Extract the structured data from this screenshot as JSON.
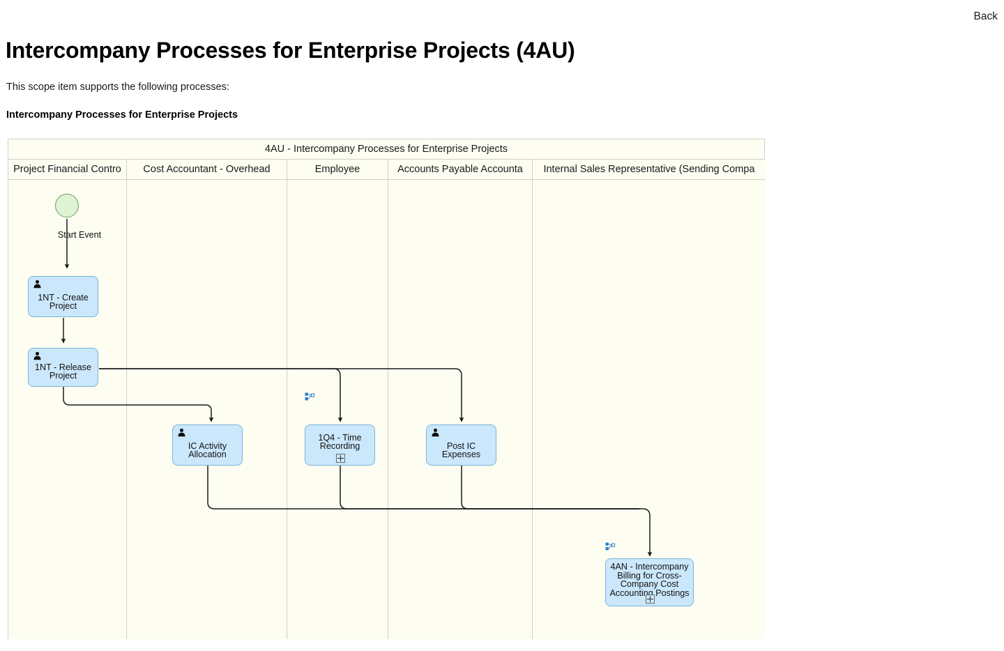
{
  "header": {
    "back_label": "Back",
    "title": "Intercompany Processes for Enterprise Projects (4AU)",
    "intro": "This scope item supports the following processes:",
    "section_title": "Intercompany Processes for Enterprise Projects"
  },
  "diagram": {
    "title": "4AU - Intercompany Processes for Enterprise Projects",
    "lanes": [
      {
        "label": "Project Financial Contro"
      },
      {
        "label": "Cost Accountant - Overhead"
      },
      {
        "label": "Employee"
      },
      {
        "label": "Accounts Payable Accounta"
      },
      {
        "label": "Internal Sales Representative (Sending Compa"
      }
    ],
    "start_event": {
      "label": "Start Event"
    },
    "nodes": [
      {
        "label": "1NT - Create\nProject",
        "icon": "person-icon",
        "marker": ""
      },
      {
        "label": "1NT - Release\nProject",
        "icon": "person-icon",
        "marker": ""
      },
      {
        "label": "IC Activity\nAllocation",
        "icon": "person-icon",
        "marker": ""
      },
      {
        "label": "1Q4 - Time\nRecording",
        "icon": "linked-process-icon",
        "marker": "subprocess-plus"
      },
      {
        "label": "Post IC\nExpenses",
        "icon": "person-icon",
        "marker": ""
      },
      {
        "label": "4AN - Intercompany\nBilling for Cross-\nCompany Cost\nAccounting Postings",
        "icon": "linked-process-icon",
        "marker": "subprocess-plus"
      }
    ]
  },
  "colors": {
    "node_fill": "#cbe7fb",
    "node_border": "#7ab4d6",
    "lane_fill": "#fdfdf2",
    "lane_border": "#cfcfc6",
    "start_fill": "#ddf3d3",
    "start_border": "#6f9c62",
    "edge": "#1a1a1a",
    "icon_blue": "#2b7cc4"
  }
}
